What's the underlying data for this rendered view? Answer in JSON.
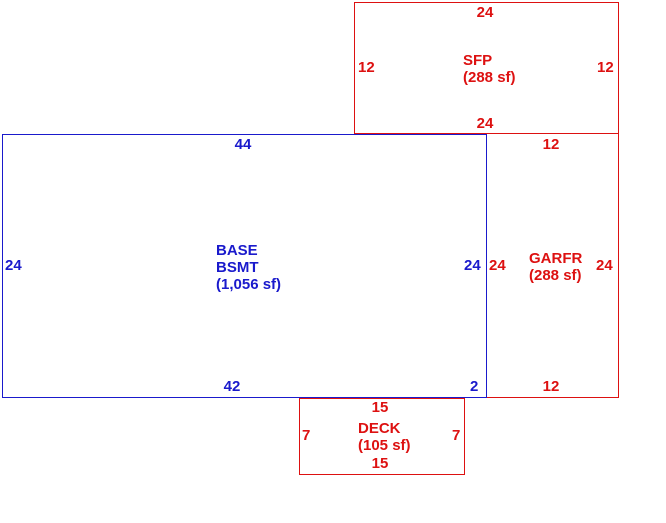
{
  "colors": {
    "base": "#1a1acc",
    "addition": "#dd1111"
  },
  "areas": {
    "sfp": {
      "code": "SFP",
      "name": "",
      "area": "(288 sf)",
      "top": "24",
      "bottom": "24",
      "left": "12",
      "right": "12"
    },
    "base": {
      "code": "BASE",
      "name": "BSMT",
      "area": "(1,056 sf)",
      "top": "44",
      "bottom": "42",
      "left": "24",
      "right": "24",
      "corner": "2"
    },
    "garfr": {
      "code": "GARFR",
      "name": "",
      "area": "(288 sf)",
      "top": "12",
      "bottom": "12",
      "left": "24",
      "right": "24"
    },
    "deck": {
      "code": "DECK",
      "name": "",
      "area": "(105 sf)",
      "top": "15",
      "bottom": "15",
      "left": "7",
      "right": "7"
    }
  }
}
